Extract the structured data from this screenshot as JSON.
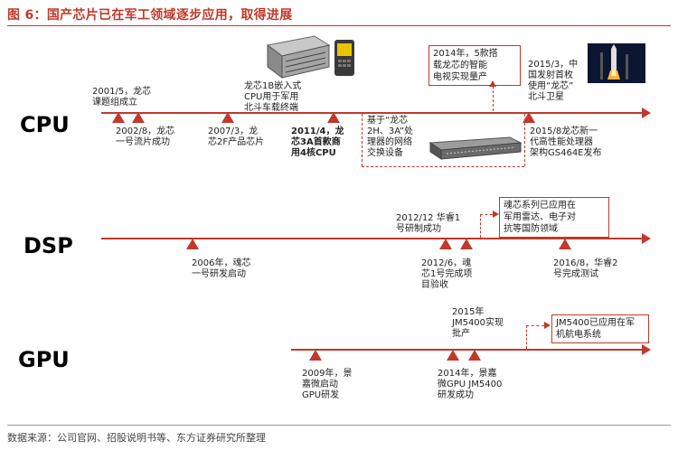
{
  "title": "图 6：国产芯片已在军工领域逐步应用，取得进展",
  "source": "数据来源：公司官网、招股说明书等、东方证券研究所整理",
  "colors": {
    "accent": "#c0392b"
  },
  "cpu": {
    "label": "CPU",
    "e2001": "2001/5，龙芯\n课题组成立",
    "e2002": "2002/8，龙芯\n一号流片成功",
    "e2007": "2007/3，龙\n芯2F产品芯片",
    "e2011": "2011/4，龙\n芯3A首款商\n用4核CPU",
    "e1b": "龙芯1B嵌入式\nCPU用于军用\n北斗车载终端",
    "e2h": "基于“龙芯\n2H、3A”处\n理器的网络\n交换设备",
    "box2014": "2014年，5款搭\n载龙芯的智能\n电视实现量产",
    "e2015_3": "2015/3，中\n国发射首枚\n使用“龙芯”\n北斗卫星",
    "e2015_8": "2015/8龙芯新一\n代高性能处理器\n架构GS464E发布"
  },
  "dsp": {
    "label": "DSP",
    "e2006": "2006年，魂芯\n一号研发启动",
    "e2012_12": "2012/12  华睿1\n号研制成功",
    "e2012_6": "2012/6，魂\n芯1号完成项\n目验收",
    "box": "魂芯系列已应用在\n军用雷达、电子对\n抗等国防领域",
    "e2016": "2016/8，华睿2\n号完成测试"
  },
  "gpu": {
    "label": "GPU",
    "e2015": "2015年\nJM5400实现\n批产",
    "box": "JM5400已应用在军\n机航电系统",
    "e2009": "2009年，景\n嘉微启动\nGPU研发",
    "e2014": "2014年，景嘉\n微GPU JM5400\n研发成功"
  },
  "icons": {
    "server": "rack-server-photo",
    "terminal": "handheld-terminal-photo",
    "switch": "network-switch-photo",
    "rocket": "rocket-launch-photo"
  }
}
